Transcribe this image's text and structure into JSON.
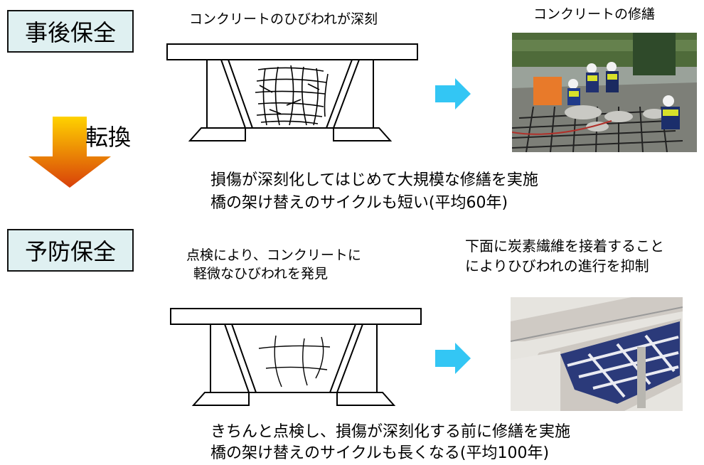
{
  "post_maintenance": {
    "label": "事後保全",
    "caption_left": "コンクリートのひびわれが深刻",
    "caption_right": "コンクリートの修繕",
    "note_lines": [
      "損傷が深刻化してはじめて大規模な修繕を実施",
      "橋の架け替えのサイクルも短い(平均60年)"
    ]
  },
  "transition": {
    "label": "転換"
  },
  "preventive_maintenance": {
    "label": "予防保全",
    "caption_left_lines": [
      "点検により、コンクリートに",
      "軽微なひびわれを発見"
    ],
    "caption_right_lines": [
      "下面に炭素繊維を接着すること",
      "によりひびわれの進行を抑制"
    ],
    "note_lines": [
      "きちんと点検し、損傷が深刻化する前に修繕を実施",
      "橋の架け替えのサイクルも長くなる(平均100年)"
    ]
  },
  "colors": {
    "label_box_fill": "#dff0f1",
    "transition_arrow_top": "#ffd200",
    "transition_arrow_bottom": "#d8400a",
    "flow_arrow": "#33c6f4"
  },
  "icons": [
    "down-arrow-icon",
    "right-arrow-icon"
  ]
}
